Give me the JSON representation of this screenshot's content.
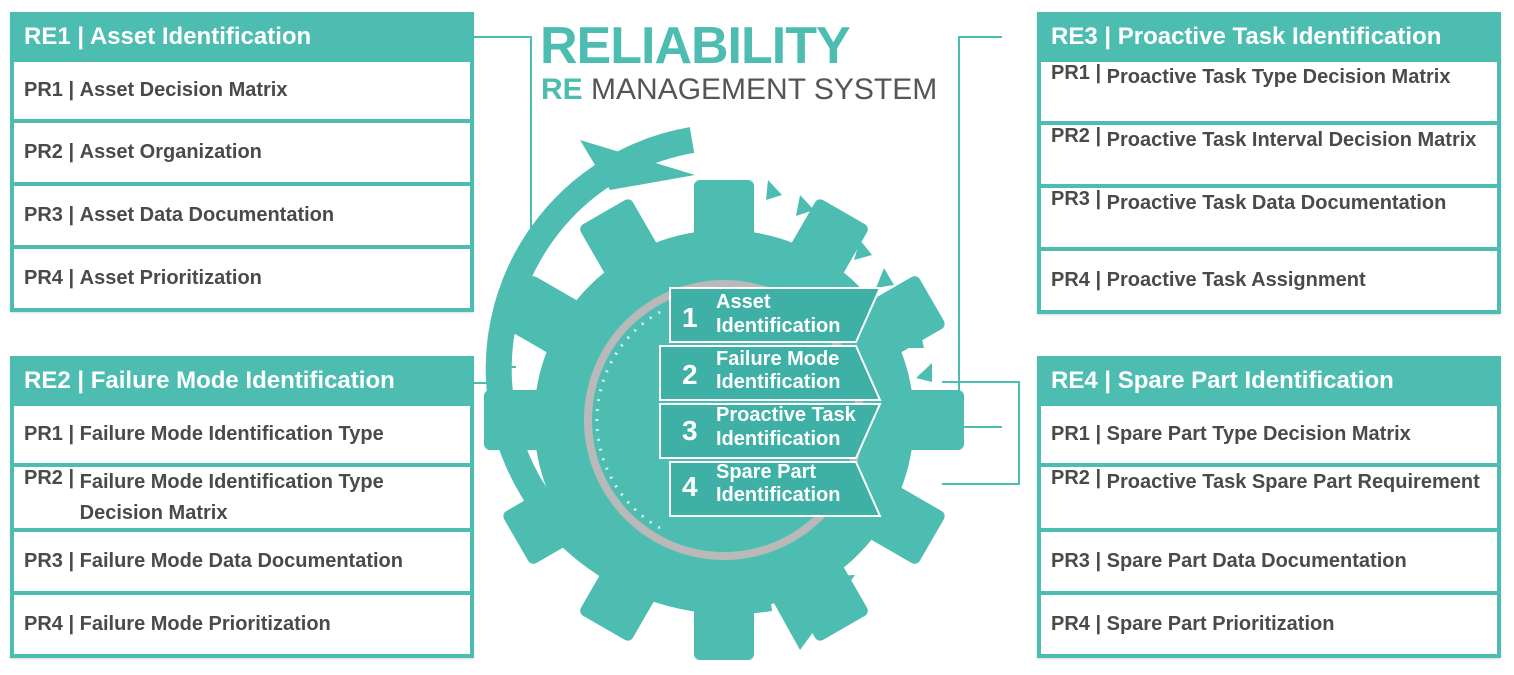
{
  "title": {
    "main": "RELIABILITY",
    "sub_prefix": "RE",
    "sub_rest": "MANAGEMENT SYSTEM"
  },
  "colors": {
    "accent": "#4dbdb2",
    "text": "#4a4a4a",
    "accent_dark": "#3aa89e"
  },
  "steps": [
    {
      "num": "1",
      "line1": "Asset",
      "line2": "Identification"
    },
    {
      "num": "2",
      "line1": "Failure Mode",
      "line2": "Identification"
    },
    {
      "num": "3",
      "line1": "Proactive Task",
      "line2": "Identification"
    },
    {
      "num": "4",
      "line1": "Spare Part",
      "line2": "Identification"
    }
  ],
  "panels": {
    "re1": {
      "header": "RE1 | Asset Identification",
      "items": [
        {
          "code": "PR1 | ",
          "text": "Asset Decision Matrix"
        },
        {
          "code": "PR2 | ",
          "text": "Asset Organization"
        },
        {
          "code": "PR3 | ",
          "text": "Asset Data Documentation"
        },
        {
          "code": "PR4 | ",
          "text": "Asset Prioritization"
        }
      ]
    },
    "re2": {
      "header": "RE2 | Failure Mode Identification",
      "items": [
        {
          "code": "PR1 | ",
          "text": "Failure Mode Identification Type"
        },
        {
          "code": "PR2 | ",
          "text": "Failure Mode Identification Type Decision Matrix"
        },
        {
          "code": "PR3 | ",
          "text": "Failure Mode Data Documentation"
        },
        {
          "code": "PR4 | ",
          "text": "Failure Mode Prioritization"
        }
      ]
    },
    "re3": {
      "header": "RE3 | Proactive Task Identification",
      "items": [
        {
          "code": "PR1 | ",
          "text": "Proactive Task Type Decision Matrix"
        },
        {
          "code": "PR2 | ",
          "text": "Proactive Task Interval Decision Matrix"
        },
        {
          "code": "PR3 | ",
          "text": "Proactive Task Data Documentation"
        },
        {
          "code": "PR4 | ",
          "text": "Proactive Task Assignment"
        }
      ]
    },
    "re4": {
      "header": "RE4 | Spare Part Identification",
      "items": [
        {
          "code": "PR1 | ",
          "text": "Spare Part Type Decision Matrix"
        },
        {
          "code": "PR2 | ",
          "text": "Proactive Task Spare Part Requirement"
        },
        {
          "code": "PR3 | ",
          "text": "Spare Part Data Documentation"
        },
        {
          "code": "PR4 | ",
          "text": "Spare Part Prioritization"
        }
      ]
    }
  }
}
